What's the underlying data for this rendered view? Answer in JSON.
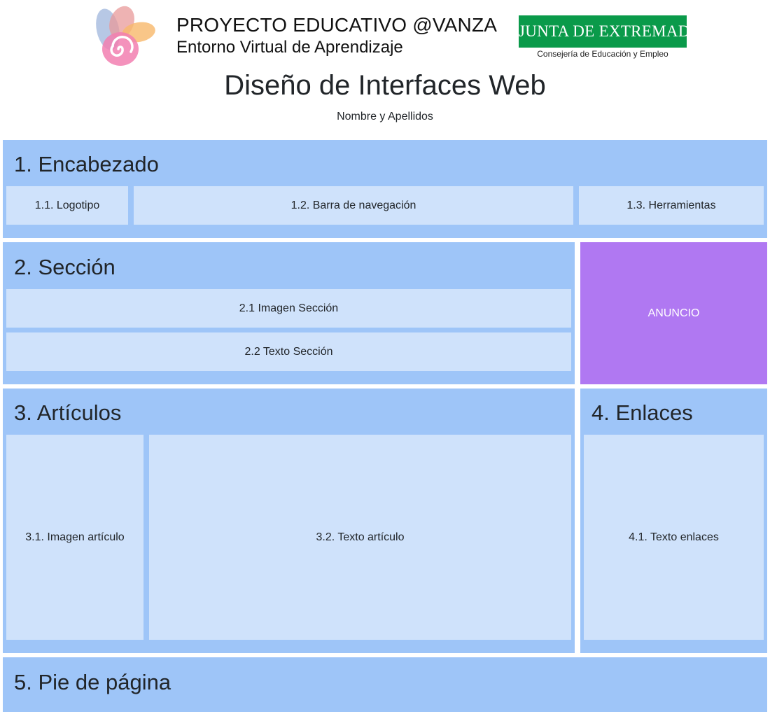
{
  "banner": {
    "project_title": "PROYECTO EDUCATIVO @VANZA",
    "project_subtitle": "Entorno Virtual de Aprendizaje",
    "junta_name": "JUNTA DE EXTREMADURA",
    "junta_department": "Consejería de Educación y Empleo",
    "avanza_logo_icon": "avanza-spiral-logo",
    "colors": {
      "junta_green": "#0a9a4a"
    }
  },
  "page": {
    "title": "Diseño de Interfaces Web",
    "author": "Nombre y Apellidos"
  },
  "colors": {
    "region_bg": "#9ec5f8",
    "cell_bg": "#cfe2fb",
    "ad_bg": "#b078f2"
  },
  "header": {
    "heading": "1. Encabezado",
    "logo": "1.1. Logotipo",
    "navbar": "1.2. Barra de navegación",
    "tools": "1.3. Herramientas"
  },
  "section": {
    "heading": "2. Sección",
    "image": "2.1 Imagen Sección",
    "text": "2.2 Texto Sección"
  },
  "ad": {
    "label": "ANUNCIO"
  },
  "articles": {
    "heading": "3. Artículos",
    "image": "3.1. Imagen artículo",
    "text": "3.2. Texto artículo"
  },
  "links": {
    "heading": "4. Enlaces",
    "text": "4.1. Texto enlaces"
  },
  "footer": {
    "heading": "5. Pie de página"
  }
}
